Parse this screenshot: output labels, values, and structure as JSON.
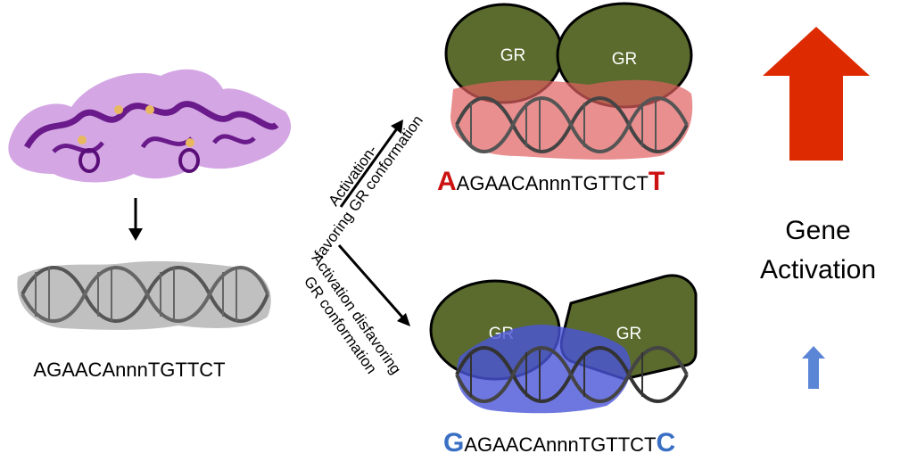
{
  "protein_dna_label": "",
  "free_dna_sequence": "AGAACAnnnTGTTCT",
  "upper_branch": {
    "label_line1": "Activation-",
    "label_line2": "favoring GR conformation",
    "monomer_left": "GR",
    "monomer_right": "GR",
    "flank_5": "A",
    "core_sequence": "AGAACAnnnTGTTCT",
    "flank_3": "T",
    "flank_color": "#cc1111",
    "dna_surface_color": "#e06060",
    "arrow_color": "#dd2a00"
  },
  "lower_branch": {
    "label_line1": "Activation disfavoring",
    "label_line2": "GR conformation",
    "monomer_left": "GR",
    "monomer_right": "GR",
    "flank_5": "G",
    "core_sequence": "AGAACAnnnTGTTCT",
    "flank_3": "C",
    "flank_color": "#3a6fc4",
    "dna_surface_color": "#4a55d8",
    "arrow_color": "#5b86d6"
  },
  "outcome": {
    "line1": "Gene",
    "line2": "Activation"
  },
  "colors": {
    "gr_fill": "#5a6b2d",
    "protein_purple": "#a24fc0",
    "dna_gray": "#8c8c8c"
  }
}
